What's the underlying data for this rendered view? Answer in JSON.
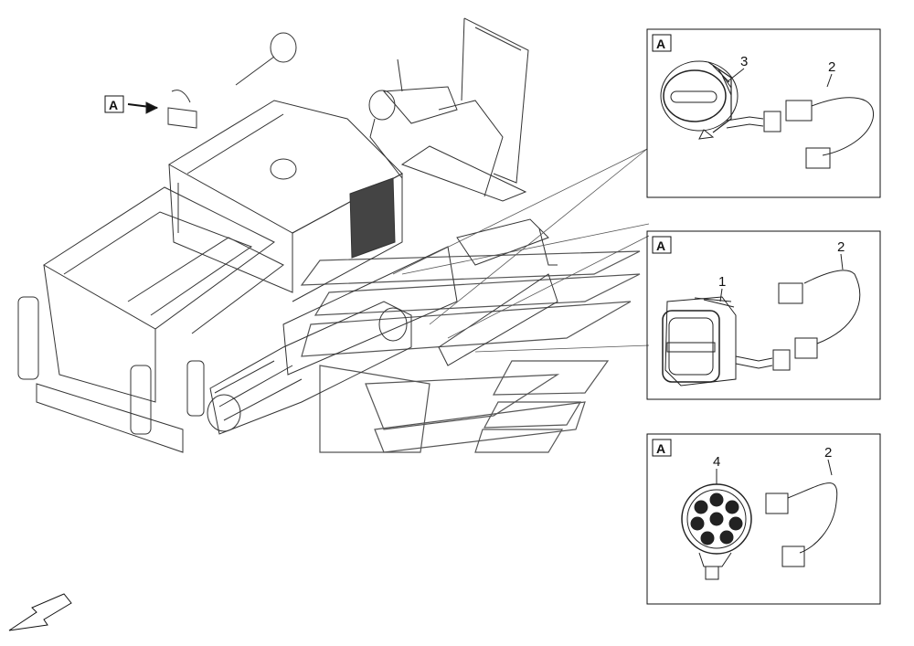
{
  "callout_tag": "A",
  "panels": [
    {
      "tag": "A",
      "part_light": "3",
      "part_harness": "2"
    },
    {
      "tag": "A",
      "part_light": "1",
      "part_harness": "2"
    },
    {
      "tag": "A",
      "part_light": "4",
      "part_harness": "2"
    }
  ]
}
